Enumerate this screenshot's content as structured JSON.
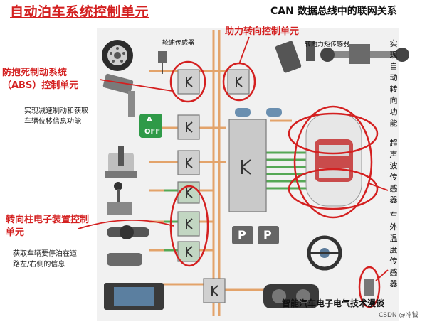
{
  "header": {
    "title": "自动泊车系统控制单元",
    "subtitle": "CAN 数据总线中的联网关系"
  },
  "labels": {
    "wheel_speed_sensor": "轮速传感器",
    "power_steering_unit": "助力转向控制单元",
    "steering_torque_sensor": "转向力矩传感器",
    "abs_unit": "防抱死制动系统（ABS）控制单元",
    "abs_function": "实现减速制动和获取车辆位移信息功能",
    "steering_column_unit": "转向柱电子装置控制单元",
    "steering_column_function": "获取车辆要停泊在道路左/右侧的信息",
    "auto_steering_function": "实现自动转向功能",
    "ultrasonic_sensor": "超声波传感器",
    "outside_temp_sensor": "车外温度传感器"
  },
  "buttons": {
    "off_label": "OFF",
    "auto_hold": "A",
    "park_assist_1": "P",
    "park_assist_2": "P"
  },
  "footer": {
    "watermark": "智能汽车电子电气技术漫谈",
    "credit": "CSDN @冷钺"
  },
  "colors": {
    "title_red": "#d42020",
    "bus_orange": "#e3a36a",
    "bus_green": "#55a855",
    "panel_gray": "#9a9a9a",
    "highlight_red": "#d42020"
  }
}
